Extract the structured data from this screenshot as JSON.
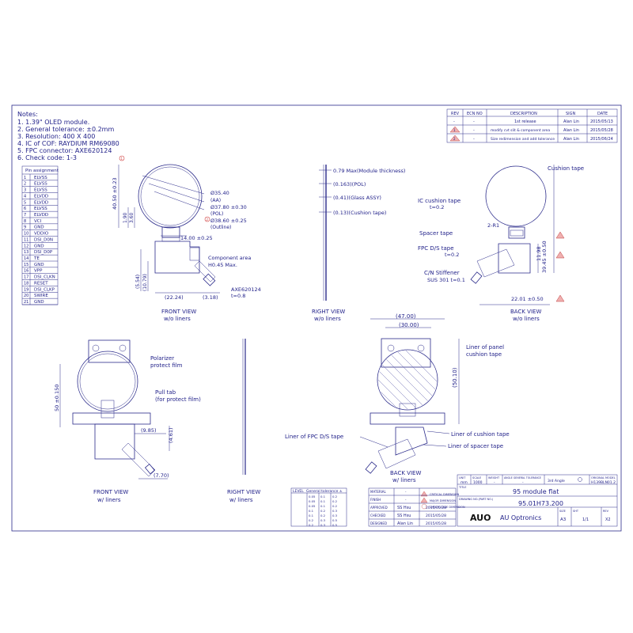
{
  "notes": {
    "heading": "Notes:",
    "lines": [
      "1. 1.39\" OLED module.",
      "2. General tolerance: ±0.2mm",
      "3. Resolution: 400 X 400",
      "4. IC of COF: RAYDIUM RM69080",
      "5. FPC connector: AXE620124",
      "6. Check code: 1-3"
    ]
  },
  "pin_table": {
    "header": "Pin assignment",
    "rows": [
      [
        "1",
        "ELVSS"
      ],
      [
        "2",
        "ELVSS"
      ],
      [
        "3",
        "ELVSS"
      ],
      [
        "4",
        "ELVDD"
      ],
      [
        "5",
        "ELVDD"
      ],
      [
        "6",
        "ELVSS"
      ],
      [
        "7",
        "ELVDD"
      ],
      [
        "8",
        "VCI"
      ],
      [
        "9",
        "GND"
      ],
      [
        "10",
        "VDDIO"
      ],
      [
        "11",
        "DSI_D0N"
      ],
      [
        "12",
        "GND"
      ],
      [
        "13",
        "DSI_D0P"
      ],
      [
        "14",
        "TE"
      ],
      [
        "15",
        "GND"
      ],
      [
        "16",
        "VPP"
      ],
      [
        "17",
        "DSI_CLKN"
      ],
      [
        "18",
        "RESET"
      ],
      [
        "19",
        "DSI_CLKP"
      ],
      [
        "20",
        "SWIRE"
      ],
      [
        "21",
        "GND"
      ]
    ]
  },
  "revision": {
    "headers": [
      "REV",
      "ECN NO",
      "DESCRIPTION",
      "SIGN",
      "DATE"
    ],
    "rows": [
      [
        "-",
        "-",
        "1st release",
        "Alan Lin",
        "2015/05/13"
      ],
      [
        "1",
        "-",
        "modify cvt slit & component area",
        "Alan Lin",
        "2015/05/28"
      ],
      [
        "2",
        "-",
        "Size redimension and add tolerance",
        "Alan Lin",
        "2015/06/24"
      ]
    ]
  },
  "front_view": {
    "dims": {
      "d_aa_label": "Ø35.40",
      "d_aa_note": "(AA)",
      "d_pol_label": "Ø37.80 ±0.30",
      "d_pol_note": "(POL)",
      "d_out_label": "Ø38.60 ±0.25",
      "d_out_note": "(Outline)",
      "height": "40.50 ±0.23",
      "d1": "1.90",
      "d2": "3.60",
      "width": "14.00 ±0.25",
      "left1": "(5.54)",
      "left2": "(10.79)",
      "bottom1": "(22.24)",
      "bottom2": "(3.18)"
    },
    "component": [
      "Component area",
      "H0.45 Max."
    ],
    "connector": [
      "AXE620124",
      "t=0.8"
    ],
    "marker_a": "1",
    "marker_b": "2",
    "caption": [
      "FRONT VIEW",
      "w/o liners"
    ]
  },
  "right_view": {
    "layers": [
      "0.79 Max(Module thickness)",
      "(0.163)(POL)",
      "(0.41)(Glass ASSY)",
      "(0.13)(Cushion tape)"
    ],
    "caption": [
      "RIGHT VIEW",
      "w/o liners"
    ]
  },
  "back_view": {
    "labels": [
      "Cushion tape",
      "IC cushion tape",
      "t=0.2",
      "Spacer tape",
      "FPC D/S tape",
      "t=0.2",
      "C/N Stiffener",
      "SUS 301 t=0.1",
      "2-R1"
    ],
    "dims": {
      "h1": "11.98",
      "h2": "39.45 ±0.50",
      "w": "22.01 ±0.50"
    },
    "caption": [
      "BACK VIEW",
      "w/o liners"
    ]
  },
  "front_view_liners": {
    "labels": [
      "Polarizer",
      "protect film",
      "Pull tab",
      "(for protect film)"
    ],
    "dims": {
      "h": "50 ±0.150",
      "a": "(9.85)",
      "b": "(4.61)",
      "c": "(7.70)"
    },
    "caption": [
      "FRONT VIEW",
      "w/ liners"
    ]
  },
  "right_view_liners": {
    "caption": [
      "RIGHT VIEW",
      "w/ liners"
    ]
  },
  "back_view_liners": {
    "dims": {
      "w1": "(47.00)",
      "w2": "(30.00)",
      "h": "(50.10)"
    },
    "labels": [
      "Liner of panel",
      "cushion tape",
      "Liner of cushion tape",
      "Liner of spacer tape",
      "Liner of FPC D/S tape"
    ],
    "caption": [
      "BACK VIEW",
      "w/ liners"
    ]
  },
  "title_block": {
    "unit_label": "UNIT",
    "unit": "mm",
    "scale_label": "SCALE",
    "scale": "1000",
    "weight_label": "WEIGHT",
    "weight": "-",
    "tol_label": "ANGLE GENERAL TOLERANCE",
    "tol": "-",
    "angle_label": "3rd Angle",
    "model_label": "ORIGINAL MODEL",
    "model": "H139BLN01.2",
    "title_label": "TITLE",
    "title": "95 module flat",
    "drawing_label": "DRAWING NO.(PART NO.)",
    "drawing": "95.01H73.200",
    "company": "AU Optronics",
    "logo": "AUO",
    "size_label": "SIZE",
    "size": "A3",
    "sht_label": "SHT",
    "sht": "1/1",
    "rev_label": "REV",
    "rev": "X2",
    "material_label": "MATERIAL",
    "material": "-",
    "finish_label": "FINISH",
    "finish": "-",
    "approved_label": "APPROVED",
    "approved": "SS Hsu",
    "approved_date": "2015/05/28",
    "checked_label": "CHECKED",
    "checked": "SS Hsu",
    "checked_date": "2015/05/28",
    "designed_label": "DESIGNED",
    "designed": "Alan Lin",
    "designed_date": "2015/05/28",
    "tol_table_header": "General tolerance ±",
    "tol_table_level": "LEVEL",
    "tol_rows": [
      [
        "0.05",
        "0.1",
        "0.2"
      ],
      [
        "0.05",
        "0.1",
        "0.2"
      ],
      [
        "0.05",
        "0.1",
        "0.2"
      ],
      [
        "0.1",
        "0.2",
        "0.3"
      ],
      [
        "0.1",
        "0.2",
        "0.3"
      ],
      [
        "0.2",
        "0.3",
        "0.5"
      ],
      [
        "0.2",
        "0.3",
        "0.5"
      ]
    ],
    "legend": [
      "CRITICAL DIMENSION",
      "MAJOR DIMENSION",
      "CHECK CODE DIMENSION"
    ]
  }
}
